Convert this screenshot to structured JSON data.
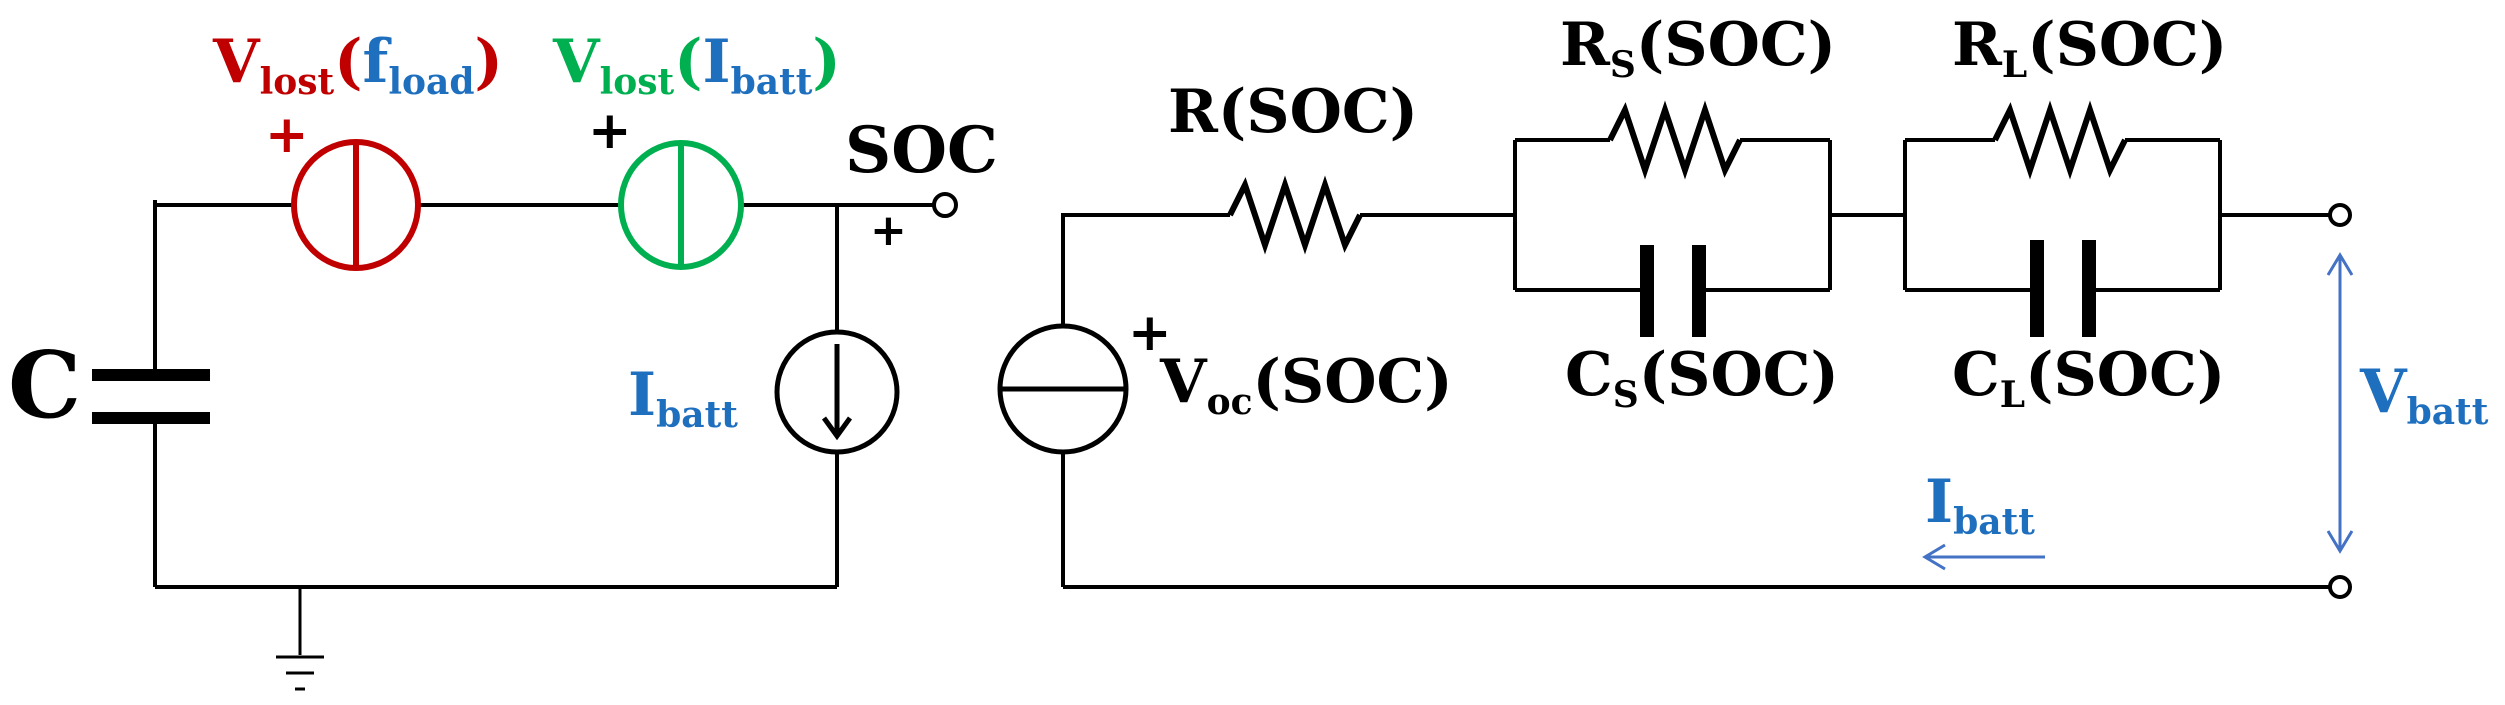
{
  "colors": {
    "wire": "#000000",
    "red": "#c00000",
    "green": "#00b050",
    "blue": "#1f6fbf",
    "arrow": "#4472c4"
  },
  "left_circuit": {
    "capacitor_label": "C",
    "vlost_fload": {
      "v": "V",
      "v_sub": "lost",
      "open": "(",
      "f": "f",
      "f_sub": "load",
      "close": ")"
    },
    "vlost_ibatt": {
      "v": "V",
      "v_sub": "lost",
      "open": "(",
      "i": "I",
      "i_sub": "batt",
      "close": ")"
    },
    "plus_red": "+",
    "plus_green": "+",
    "soc_label": "SOC",
    "soc_plus": "+",
    "ibatt": {
      "main": "I",
      "sub": "batt"
    },
    "ground_icon": "ground-icon"
  },
  "right_circuit": {
    "r_label": "R(SOC)",
    "rs_label": {
      "main": "R",
      "sub": "S",
      "rest": "(SOC)"
    },
    "rl_label": {
      "main": "R",
      "sub": "L",
      "rest": "(SOC)"
    },
    "cs_label": {
      "main": "C",
      "sub": "S",
      "rest": "(SOC)"
    },
    "cl_label": {
      "main": "C",
      "sub": "L",
      "rest": "(SOC)"
    },
    "voc_label": {
      "main": "V",
      "sub": "oc",
      "rest": "(SOC)"
    },
    "voc_plus": "+",
    "vbatt": {
      "main": "V",
      "sub": "batt"
    },
    "ibatt": {
      "main": "I",
      "sub": "batt"
    }
  }
}
